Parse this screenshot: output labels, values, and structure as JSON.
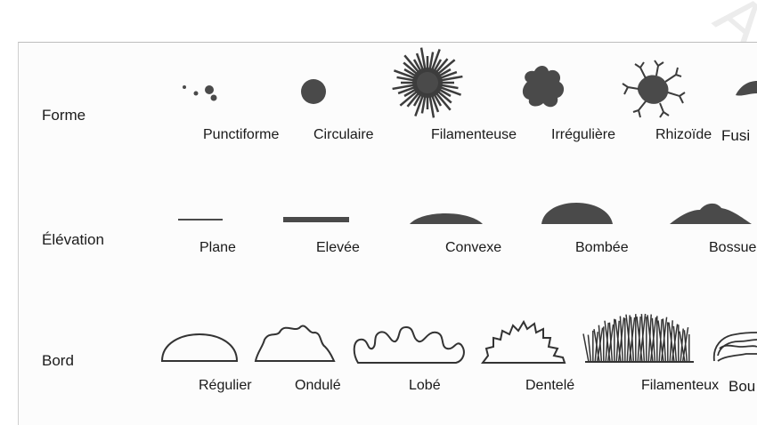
{
  "rows": {
    "forme": {
      "label": "Forme",
      "items": [
        "Punctiforme",
        "Circulaire",
        "Filamenteuse",
        "Irrégulière",
        "Rhizoïde",
        "Fusi"
      ]
    },
    "elevation": {
      "label": "Élévation",
      "items": [
        "Plane",
        "Elevée",
        "Convexe",
        "Bombée",
        "Bossue"
      ]
    },
    "bord": {
      "label": "Bord",
      "items": [
        "Régulier",
        "Ondulé",
        "Lobé",
        "Dentelé",
        "Filamenteux",
        "Bou"
      ]
    }
  },
  "colors": {
    "shape": "#4a4a4a",
    "outline": "#333333"
  }
}
